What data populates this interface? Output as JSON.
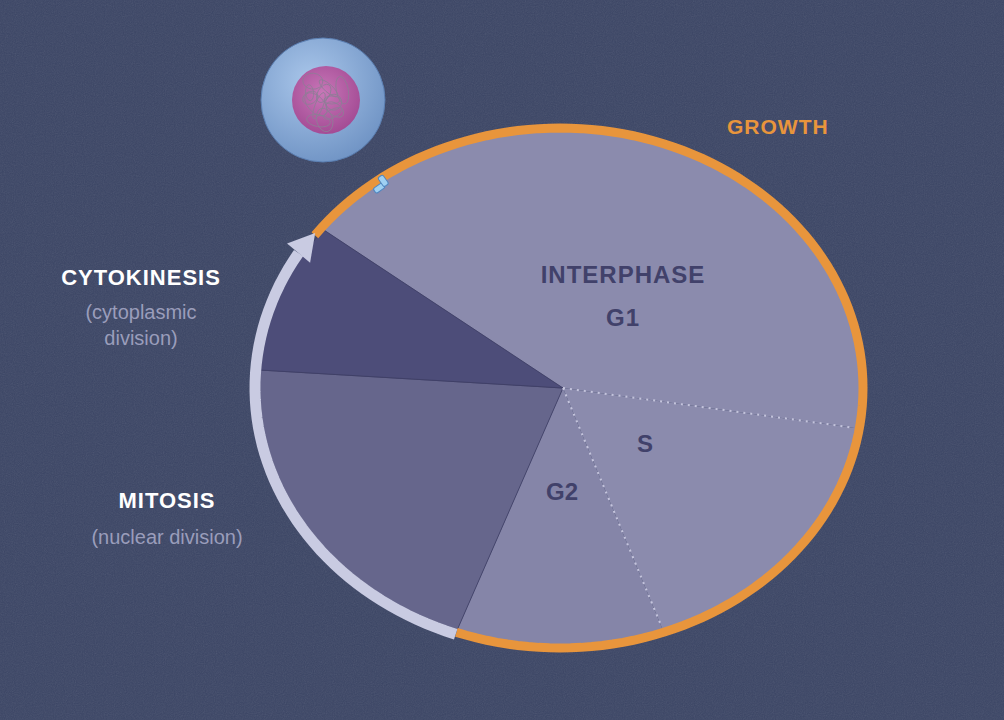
{
  "diagram": {
    "nodes": [
      {
        "text": [
          "INTERPHASE",
          "G1"
        ]
      },
      {
        "text": [
          "S"
        ]
      },
      {
        "text": [
          "G2"
        ]
      },
      {
        "text": [
          "MITOSIS",
          "(nuclear division)"
        ]
      },
      {
        "text": [
          "CYTOKINESIS",
          "(cytoplasmic division)"
        ]
      }
    ],
    "labels": [
      "GROWTH"
    ]
  }
}
